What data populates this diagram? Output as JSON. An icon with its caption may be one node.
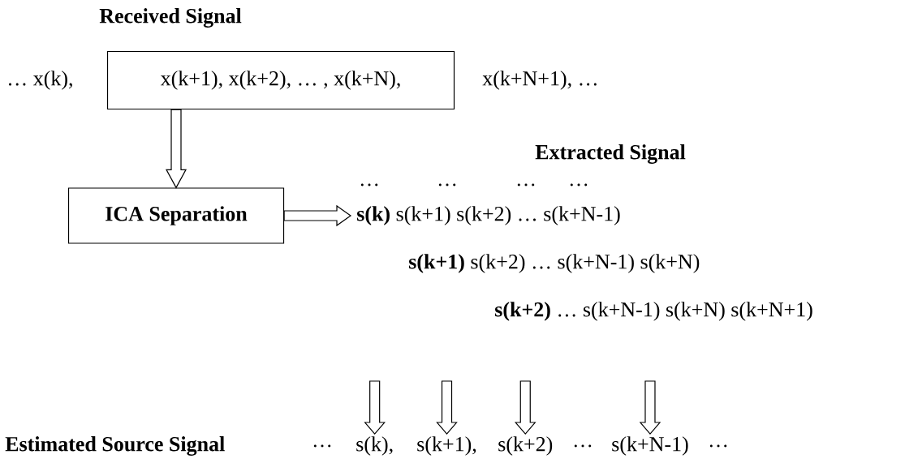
{
  "diagram": {
    "nodes": [
      {
        "text": [
          "x(k+1), x(k+2), … , x(k+N),"
        ]
      },
      {
        "text": [
          "ICA Separation"
        ]
      },
      {
        "text": [
          "**s(k)** s(k+1) s(k+2) … s(k+N-1)"
        ]
      },
      {
        "text": [
          "s(k),"
        ]
      },
      {
        "text": [
          "s(k+1),"
        ]
      },
      {
        "text": [
          "s(k+2)"
        ]
      },
      {
        "text": [
          "s(k+N-1)"
        ]
      }
    ],
    "edges": [
      {
        "from": 0,
        "to": 1,
        "arrow": "to"
      },
      {
        "from": 1,
        "to": 2,
        "arrow": "to"
      },
      {
        "from": null,
        "to": 3,
        "arrow": "to"
      },
      {
        "from": null,
        "to": 4,
        "arrow": "to"
      },
      {
        "from": null,
        "to": 5,
        "arrow": "to"
      },
      {
        "from": null,
        "to": 6,
        "arrow": "to"
      }
    ],
    "labels": [
      "Received Signal",
      "… x(k),",
      "x(k+N+1), …",
      "Extracted Signal",
      "…",
      "…",
      "…",
      "…",
      "**s(k+1)** s(k+2) … s(k+N-1) s(k+N)",
      "**s(k+2)** … s(k+N-1) s(k+N) s(k+N+1)",
      "Estimated Source Signal",
      "…",
      "…",
      "…"
    ]
  }
}
